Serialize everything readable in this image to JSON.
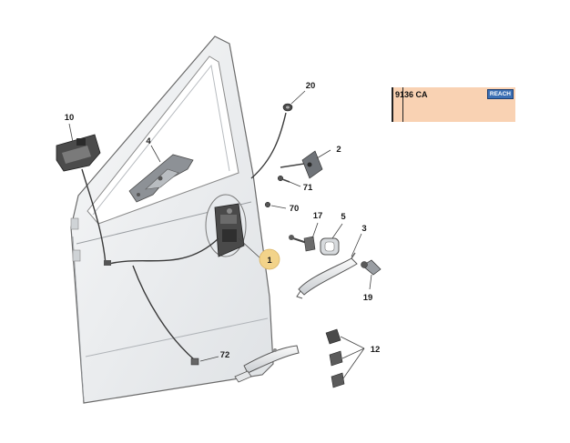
{
  "part_box": {
    "code": "9136 CA",
    "badge": "REACH"
  },
  "callouts": {
    "c1": "1",
    "c2": "2",
    "c3": "3",
    "c4": "4",
    "c5": "5",
    "c10": "10",
    "c12": "12",
    "c17": "17",
    "c19": "19",
    "c20": "20",
    "c70": "70",
    "c71": "71",
    "c72": "72"
  },
  "colors": {
    "line": "#555555",
    "panel": "#eef0f2",
    "part_dark": "#3a3a3a",
    "highlight": "#f2d38a",
    "box_bg": "#f9d2b3",
    "badge_bg": "#3b6fb4"
  }
}
